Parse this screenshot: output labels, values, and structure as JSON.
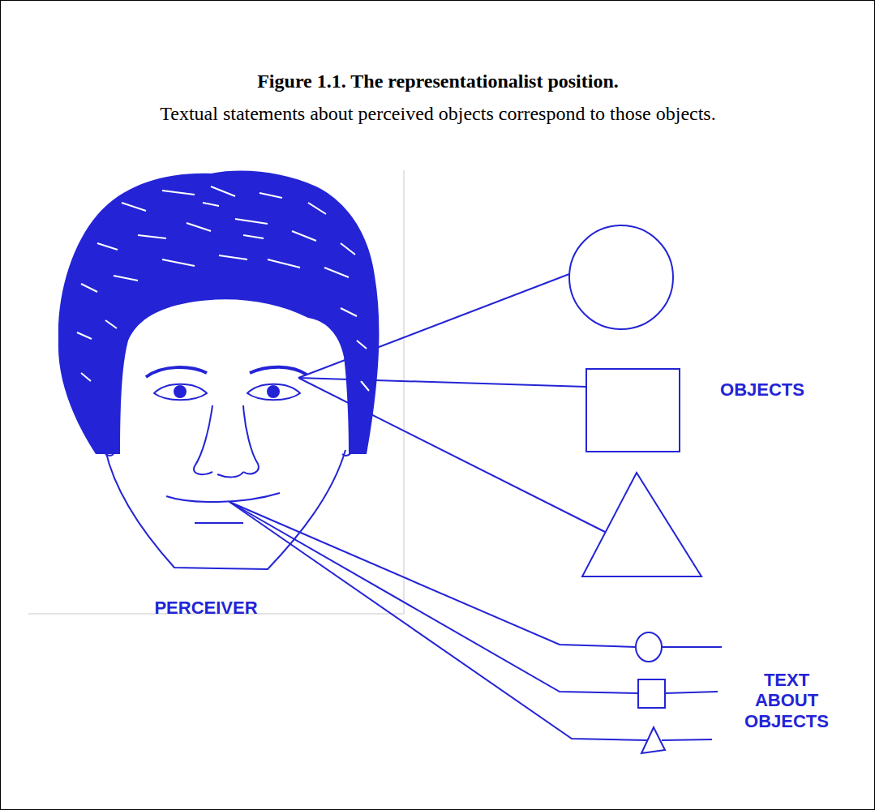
{
  "diagram": {
    "title": "Figure 1.1. The representationalist position.",
    "caption": "Textual statements about perceived objects correspond to those objects.",
    "labels": [
      "OBJECTS",
      "PERCEIVER",
      "TEXT ABOUT OBJECTS"
    ]
  }
}
